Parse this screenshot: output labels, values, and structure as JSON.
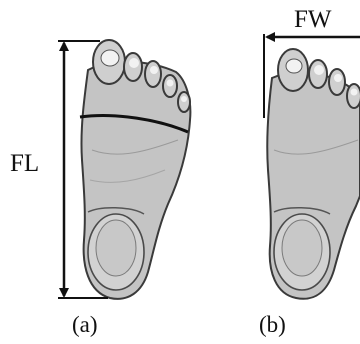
{
  "measurements": {
    "foot_length_label": "FL",
    "foot_width_label": "FW"
  },
  "captions": {
    "a": "(a)",
    "b": "(b)"
  },
  "colors": {
    "ink": "#111111",
    "foot_fill": "#c4c4c4",
    "foot_outline": "#3a3a3a",
    "background": "#ffffff"
  }
}
